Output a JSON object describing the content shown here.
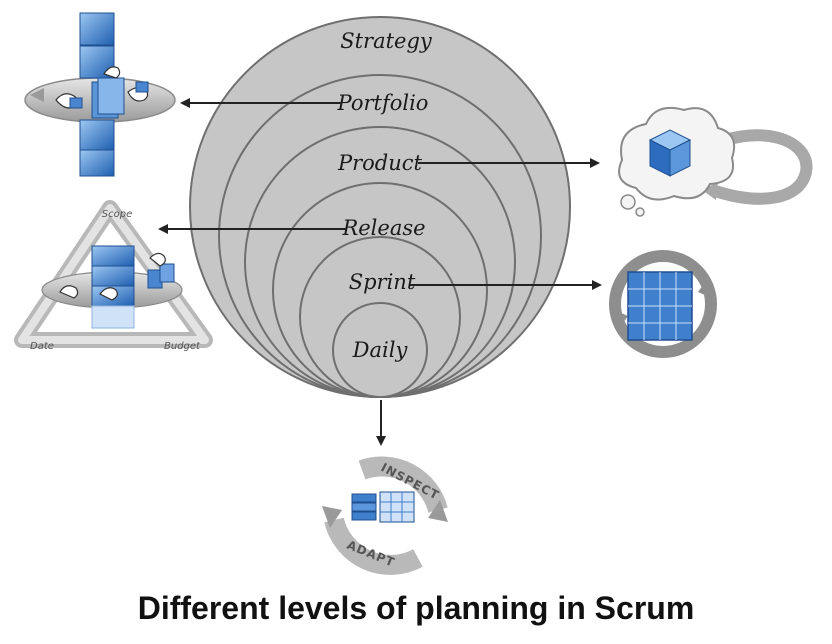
{
  "levels": {
    "strategy": "Strategy",
    "portfolio": "Portfolio",
    "product": "Product",
    "release": "Release",
    "sprint": "Sprint",
    "daily": "Daily"
  },
  "triangle_labels": {
    "scope": "Scope",
    "date": "Date",
    "budget": "Budget"
  },
  "inspect_adapt": {
    "inspect": "INSPECT",
    "adapt": "ADAPT"
  },
  "caption": "Different levels of planning in Scrum",
  "colors": {
    "circle_fill": "#c6c6c6",
    "circle_stroke": "#6f6f6f",
    "cube_blue": "#3f7fcc",
    "arrow": "#222222"
  },
  "icons": [
    "portfolio-icon",
    "product-icon",
    "release-icon",
    "sprint-icon",
    "inspect-adapt-icon"
  ]
}
